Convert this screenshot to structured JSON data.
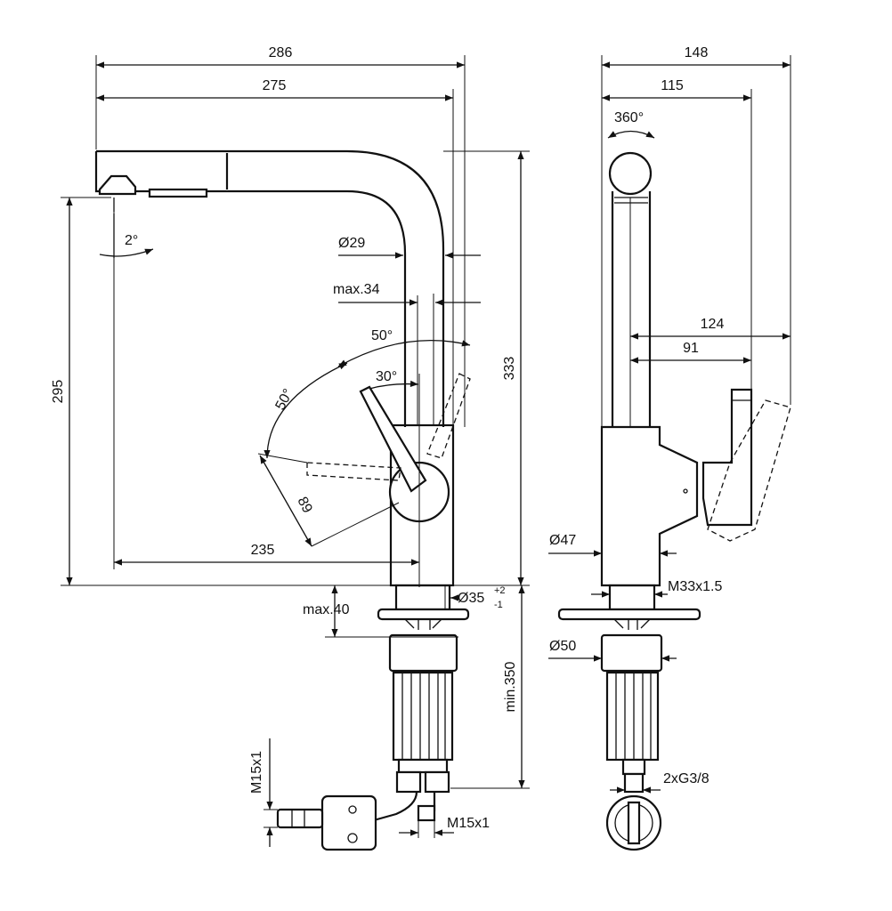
{
  "dimensions": {
    "width_286": "286",
    "width_275": "275",
    "width_148": "148",
    "width_115": "115",
    "rotation": "360°",
    "spout_angle": "2°",
    "dia_29": "Ø29",
    "max_34": "max.34",
    "angle_50_top": "50°",
    "angle_30": "30°",
    "angle_50_left": "50°",
    "height_333": "333",
    "height_295": "295",
    "lever_89": "89",
    "reach_235": "235",
    "dia_35": "Ø35",
    "tol_plus": "+2",
    "tol_minus": "-1",
    "max_40": "max.40",
    "min_350": "min.350",
    "depth_124": "124",
    "depth_91": "91",
    "dia_47": "Ø47",
    "thread_m33": "M33x1.5",
    "dia_50": "Ø50",
    "hose_g38": "2xG3/8",
    "m15_vertical": "M15x1",
    "m15_horizontal": "M15x1"
  }
}
